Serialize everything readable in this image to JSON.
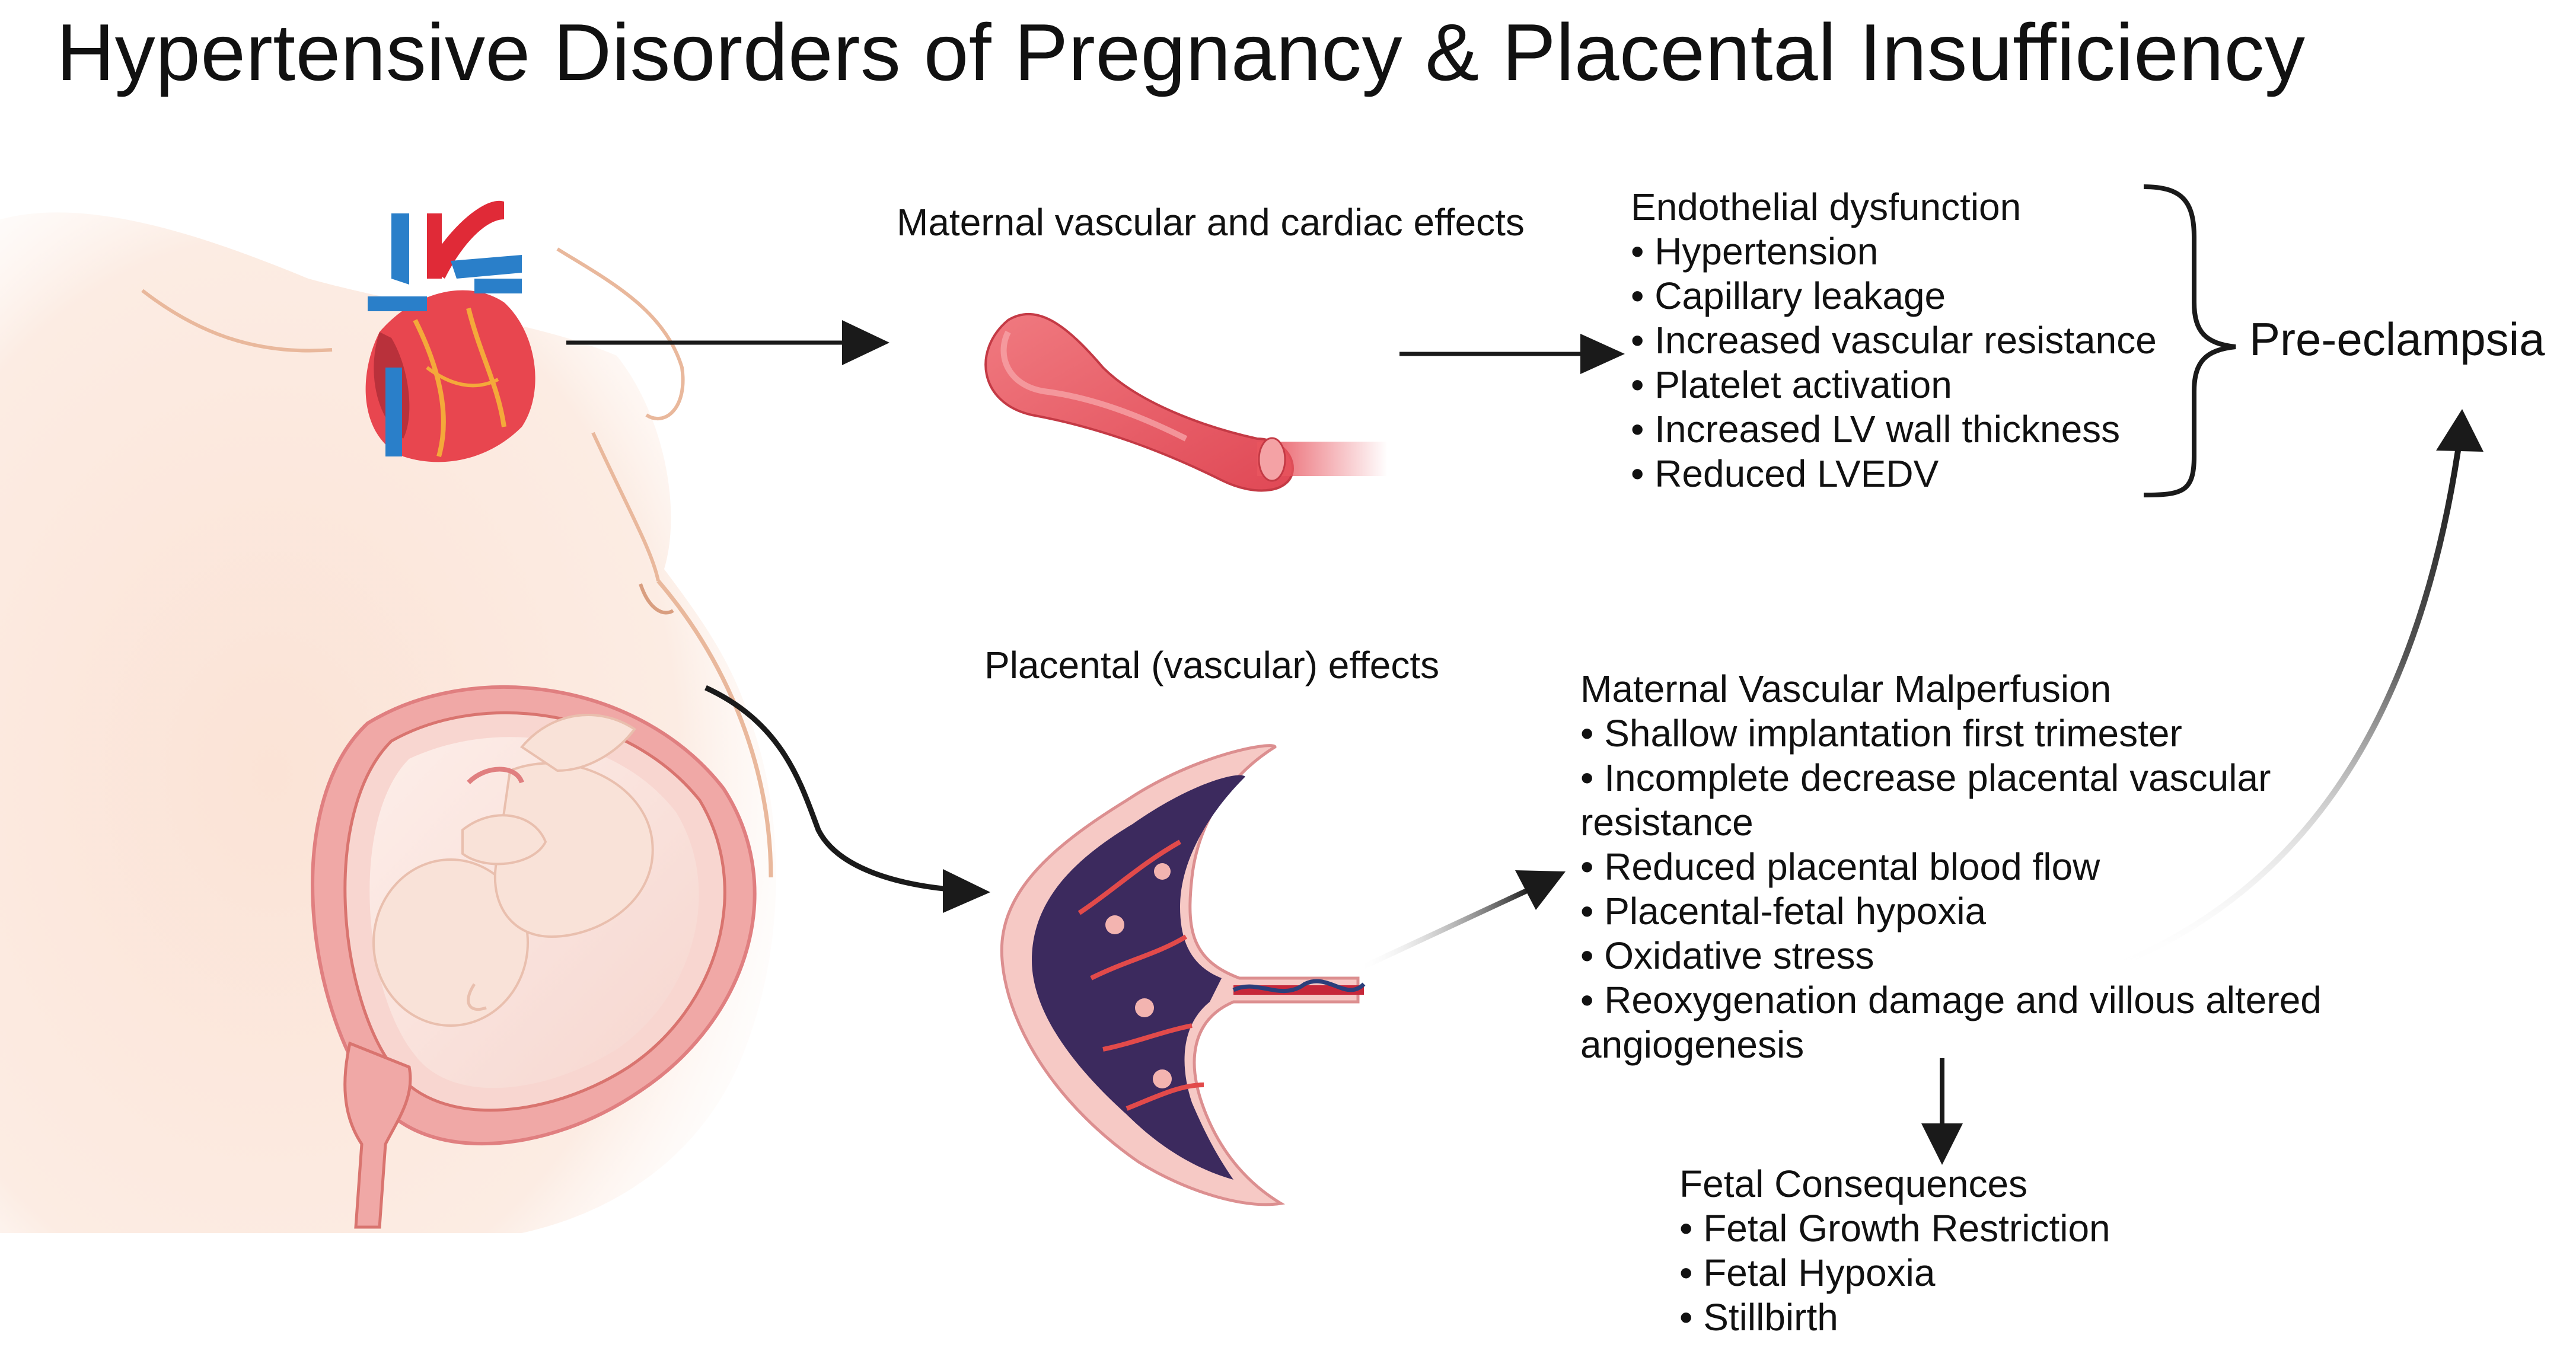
{
  "title": "Hypertensive Disorders of Pregnancy & Placental Insufficiency",
  "labels": {
    "maternal_effects": "Maternal vascular and cardiac effects",
    "placental_effects": "Placental (vascular) effects",
    "preeclampsia": "Pre-eclampsia"
  },
  "endothelial": {
    "heading": "Endothelial dysfunction",
    "items": [
      "• Hypertension",
      "• Capillary leakage",
      "• Increased vascular resistance",
      "• Platelet activation",
      "• Increased LV wall thickness",
      "• Reduced LVEDV"
    ]
  },
  "mvm": {
    "heading": "Maternal Vascular Malperfusion",
    "lines": [
      "• Shallow implantation first trimester",
      "• Incomplete decrease placental vascular",
      "resistance",
      "• Reduced placental blood flow",
      "• Placental-fetal hypoxia",
      "• Oxidative stress",
      "• Reoxygenation damage and villous altered",
      "angiogenesis"
    ]
  },
  "fetal": {
    "heading": "Fetal Consequences",
    "items": [
      "• Fetal Growth Restriction",
      "• Fetal Hypoxia",
      "• Stillbirth"
    ]
  },
  "colors": {
    "skin": "#fbe7dc",
    "skin_outline": "#e7b89a",
    "vessel": "#e8545e",
    "artery_red": "#d8293a",
    "vein_blue": "#2a7fc9",
    "placenta_purple": "#3c2a5e",
    "uterus_pink": "#f0a8a6",
    "arrow": "#1a1a1a"
  }
}
